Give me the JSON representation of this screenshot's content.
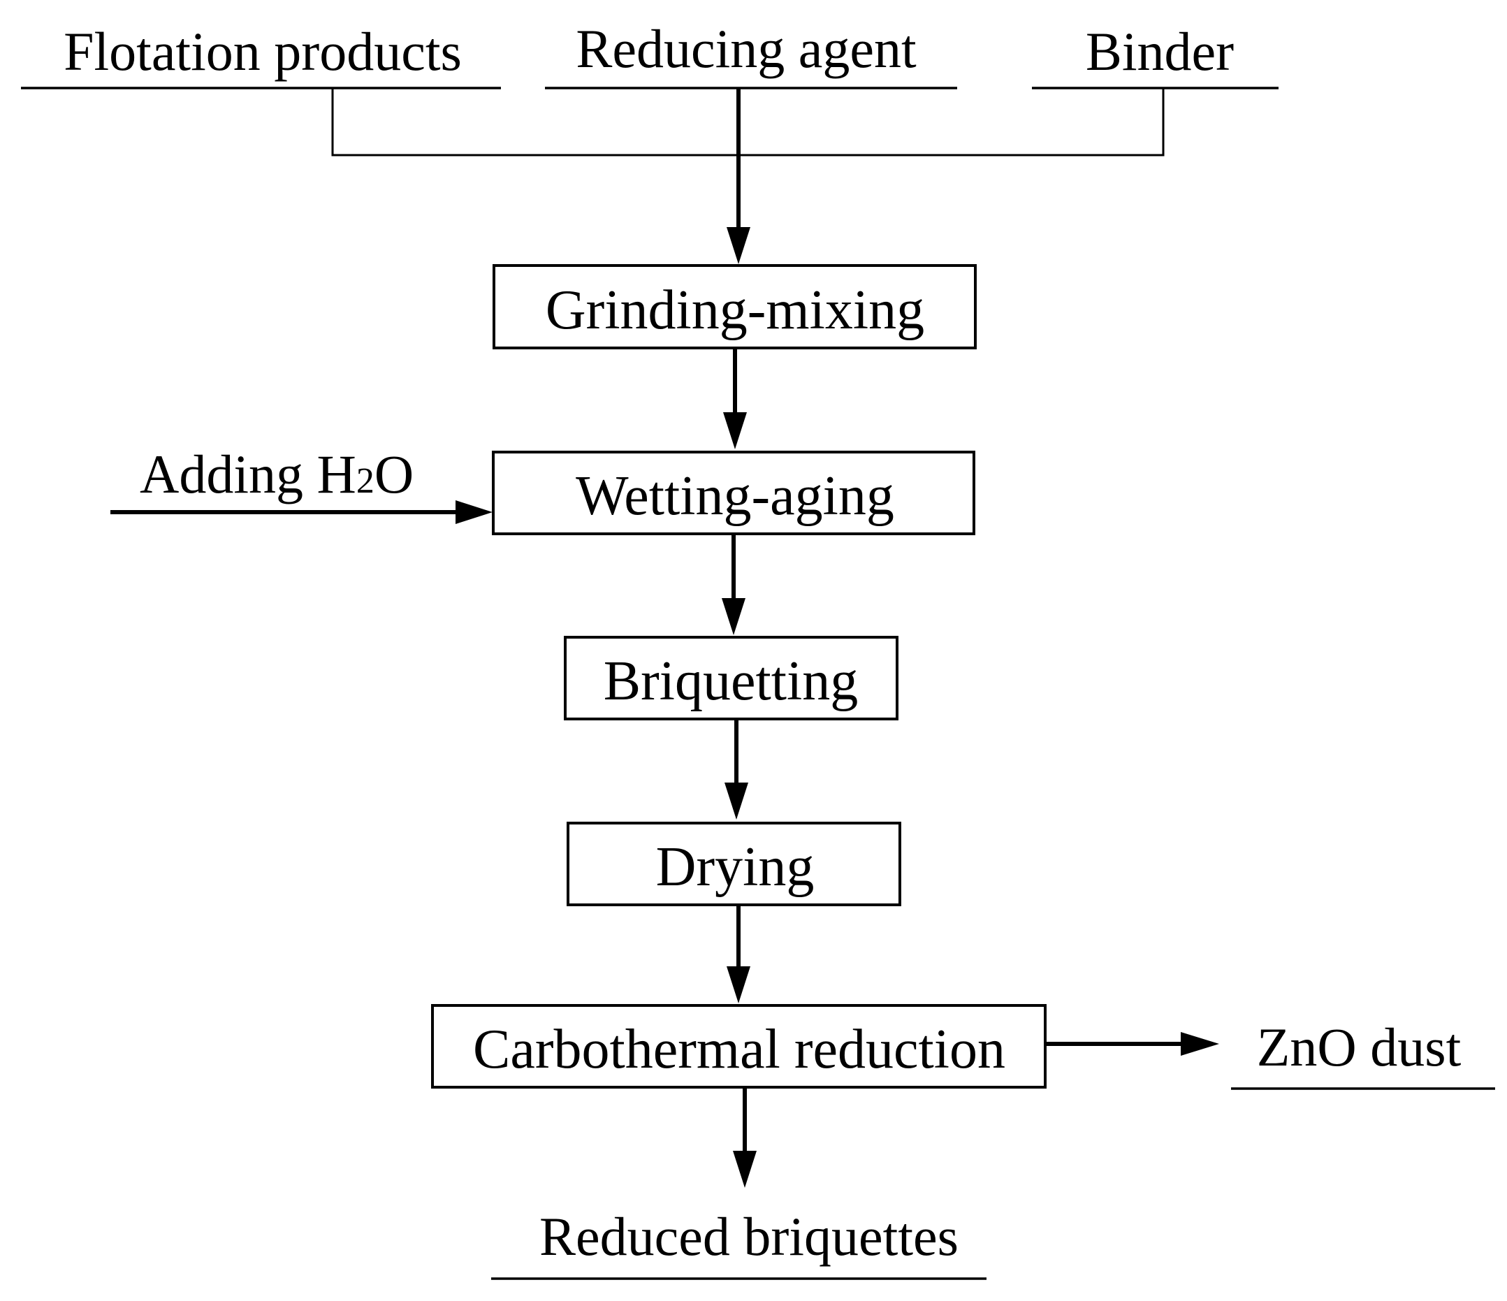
{
  "inputs": {
    "flotation": "Flotation products",
    "reducing": "Reducing agent",
    "binder": "Binder"
  },
  "water": {
    "prefix": "Adding H",
    "subscript": "2",
    "suffix": "O"
  },
  "steps": {
    "grinding": "Grinding-mixing",
    "wetting": "Wetting-aging",
    "briquetting": "Briquetting",
    "drying": "Drying",
    "reduction": "Carbothermal reduction"
  },
  "outputs": {
    "zno": "ZnO dust",
    "briquettes": "Reduced briquettes"
  }
}
